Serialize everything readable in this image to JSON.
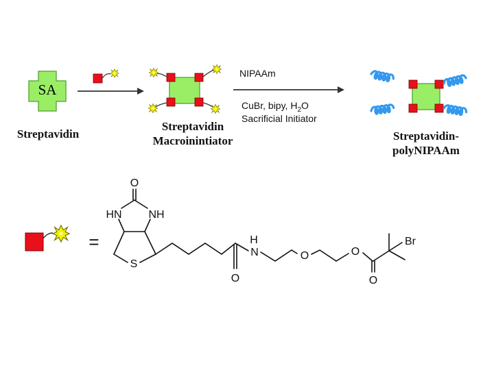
{
  "scheme": {
    "sa_label": "SA",
    "streptavidin_label": "Streptavidin",
    "macroinitiator_label_line1": "Streptavidin",
    "macroinitiator_label_line2": "Macroinintiator",
    "conditions_reagent": "NIPAAm",
    "conditions_catalyst_prefix": "CuBr, bipy, H",
    "conditions_catalyst_sub": "2",
    "conditions_catalyst_suffix": "O",
    "conditions_extra": "Sacrificial Initiator",
    "product_label_line1": "Streptavidin-",
    "product_label_line2": "polyNIPAAm"
  },
  "structure": {
    "equals_sign": "=",
    "carbonyl_o_urea": "O",
    "hn_left": "HN",
    "nh_right": "NH",
    "sulfur": "S",
    "amide_h": "H",
    "amide_n": "N",
    "amide_o": "O",
    "ether_o": "O",
    "ester_o": "O",
    "ester_carbonyl_o": "O",
    "bromine": "Br"
  },
  "colors": {
    "protein_green": "#99ee66",
    "marker_red": "#e8101a",
    "star_yellow": "#f4f000",
    "polymer_blue": "#3399ee",
    "arrow": "#333333",
    "text": "#111111"
  }
}
